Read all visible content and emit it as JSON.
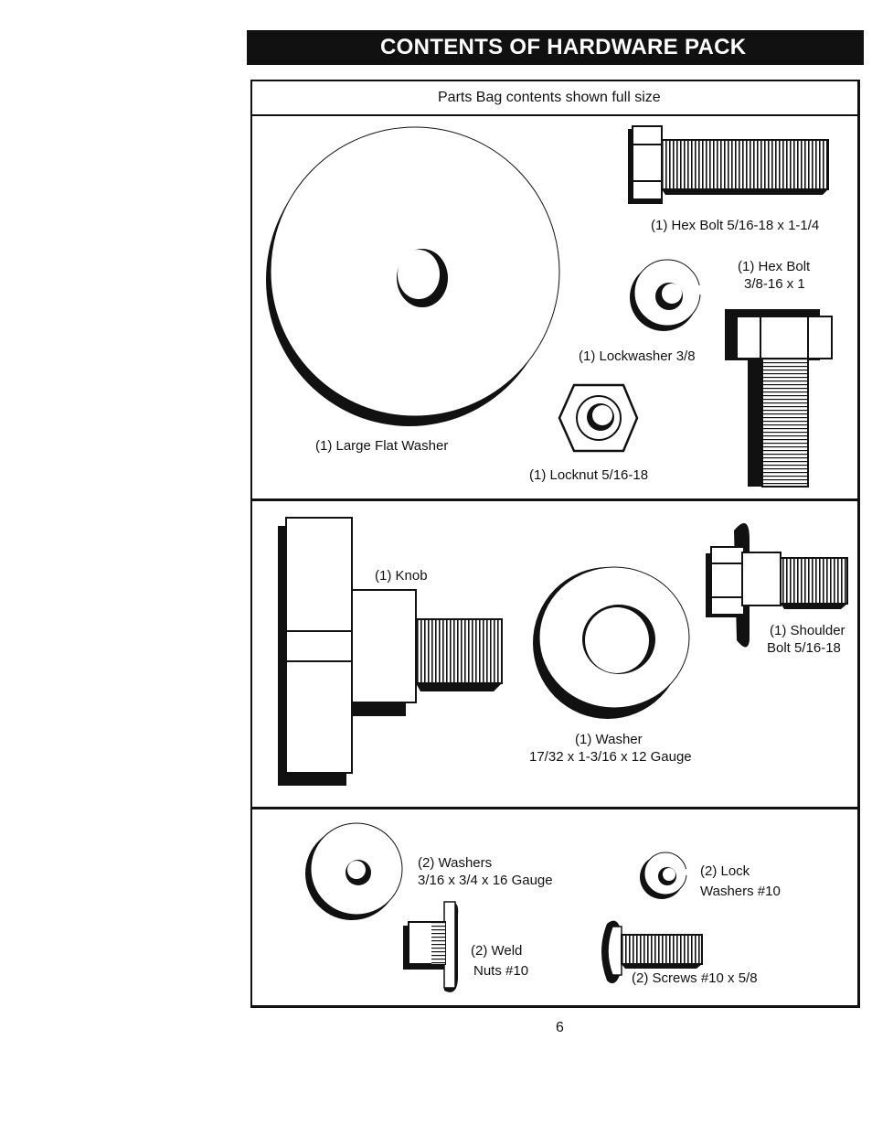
{
  "title": "CONTENTS OF HARDWARE PACK",
  "subtitle": "Parts Bag contents shown full size",
  "parts": {
    "hex_bolt_short": "(1) Hex Bolt  5/16-18 x 1-1/4",
    "hex_bolt_long_1": "(1) Hex Bolt",
    "hex_bolt_long_2": "3/8-16 x 1",
    "lockwasher": "(1) Lockwasher  3/8",
    "large_flat_washer": "(1) Large Flat Washer",
    "locknut": "(1) Locknut  5/16-18",
    "knob": "(1) Knob",
    "shoulder_bolt_1": "(1) Shoulder",
    "shoulder_bolt_2": "Bolt  5/16-18",
    "washer_1": "(1) Washer",
    "washer_2": "17/32 x 1-3/16 x 12 Gauge",
    "small_washers_1": "(2) Washers",
    "small_washers_2": "3/16 x 3/4 x 16 Gauge",
    "lock_washers_1": "(2) Lock",
    "lock_washers_2": "Washers  #10",
    "weld_nuts_1": "(2) Weld",
    "weld_nuts_2": "Nuts  #10",
    "screws": "(2) Screws  #10 x 5/8"
  },
  "page_number": "6"
}
